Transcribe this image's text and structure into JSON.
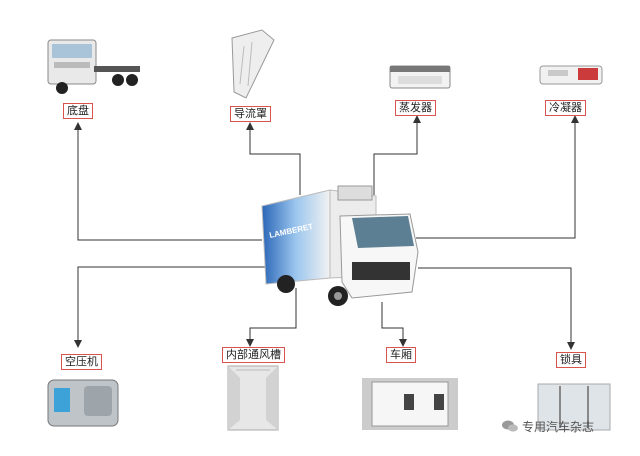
{
  "labels": {
    "chassis": "底盘",
    "deflector": "导流罩",
    "evaporator": "蒸发器",
    "condenser": "冷凝器",
    "compressor": "空压机",
    "air_duct": "内部通风槽",
    "cargo_box": "车厢",
    "lock": "锁具"
  },
  "truck": {
    "brand": "LAMBERET"
  },
  "watermark": "专用汽车杂志",
  "colors": {
    "label_border": "#d9534f",
    "line": "#333333",
    "truck_body": "#f3f3f3",
    "truck_graphic": "#2f6fbf"
  }
}
